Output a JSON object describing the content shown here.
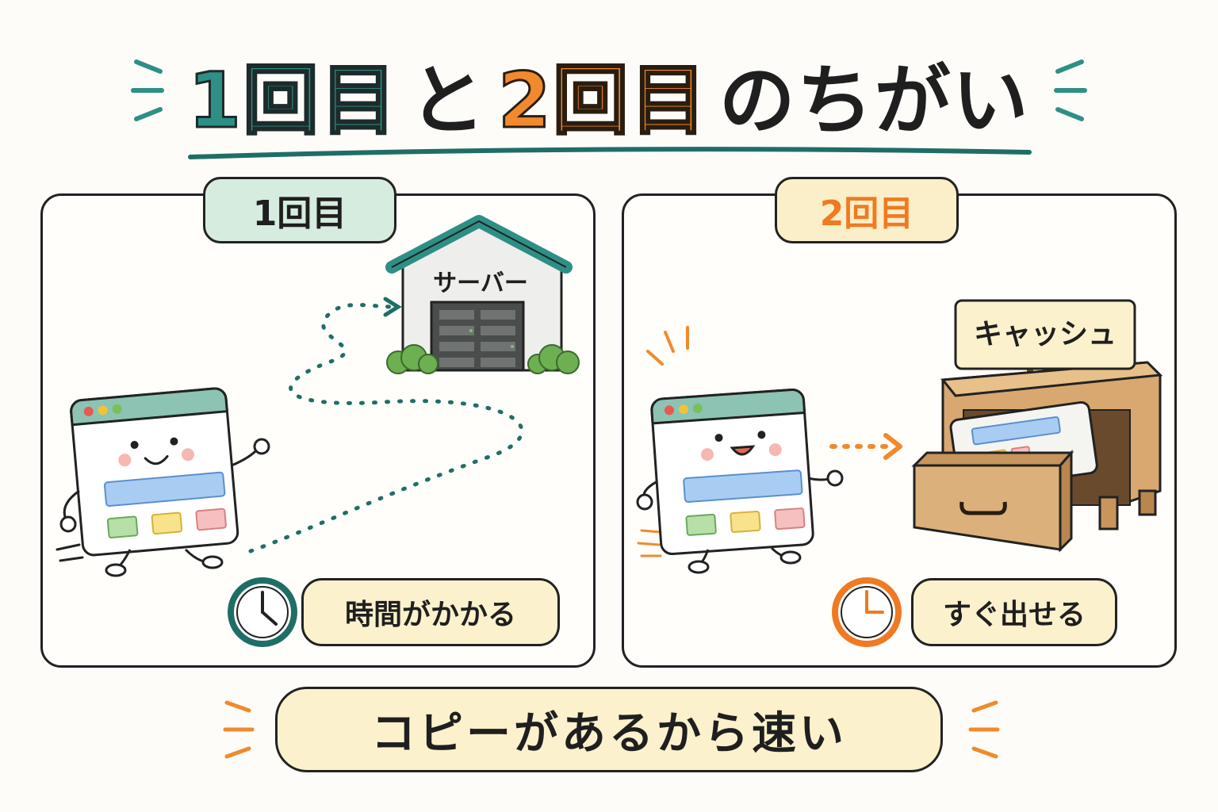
{
  "title": {
    "part1": "1回目",
    "connector": "と",
    "part2": "2回目",
    "suffix": "のちがい"
  },
  "panels": {
    "first": {
      "tab_label": "1回目",
      "building_label": "サーバー",
      "note": "時間がかかる"
    },
    "second": {
      "tab_label": "2回目",
      "sign_label": "キャッシュ",
      "note": "すぐ出せる"
    }
  },
  "conclusion": "コピーがあるから速い",
  "icons": [
    "browser-character-icon",
    "server-building-icon",
    "clock-icon",
    "cache-drawer-icon",
    "arrow-icon"
  ],
  "colors": {
    "teal": "#2e8f85",
    "orange": "#f08a2c",
    "mint_fill": "#d6ecdf",
    "cream_fill": "#fbf1cc"
  }
}
